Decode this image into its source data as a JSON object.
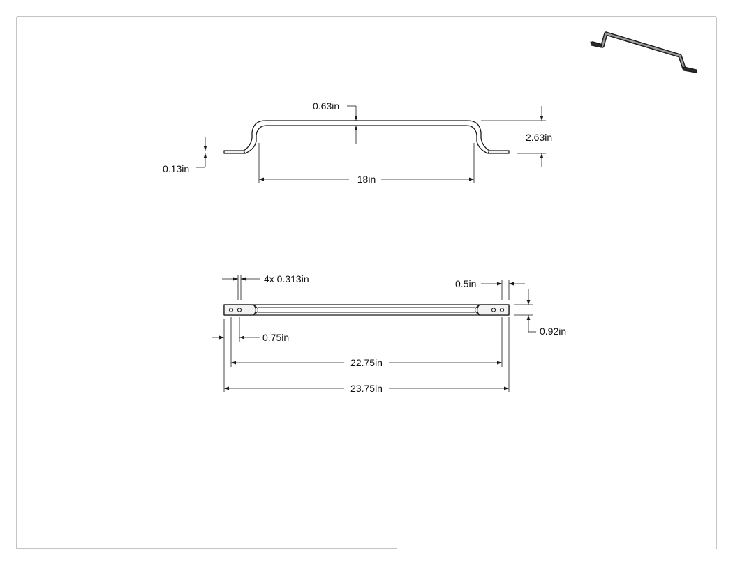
{
  "colors": {
    "line": "#1a1a1a",
    "part_fill": "#f2f2f2",
    "frame": "#8a8a8a"
  },
  "icons": {
    "preview": "isometric-handle-icon"
  },
  "front_view": {
    "thickness": "0.63in",
    "height": "2.63in",
    "flange_thickness": "0.13in",
    "span": "18in"
  },
  "top_view": {
    "holes": "4x 0.313in",
    "end_offset": "0.5in",
    "hole_pitch": "0.75in",
    "width": "0.92in",
    "hole_span": "22.75in",
    "overall_length": "23.75in"
  }
}
